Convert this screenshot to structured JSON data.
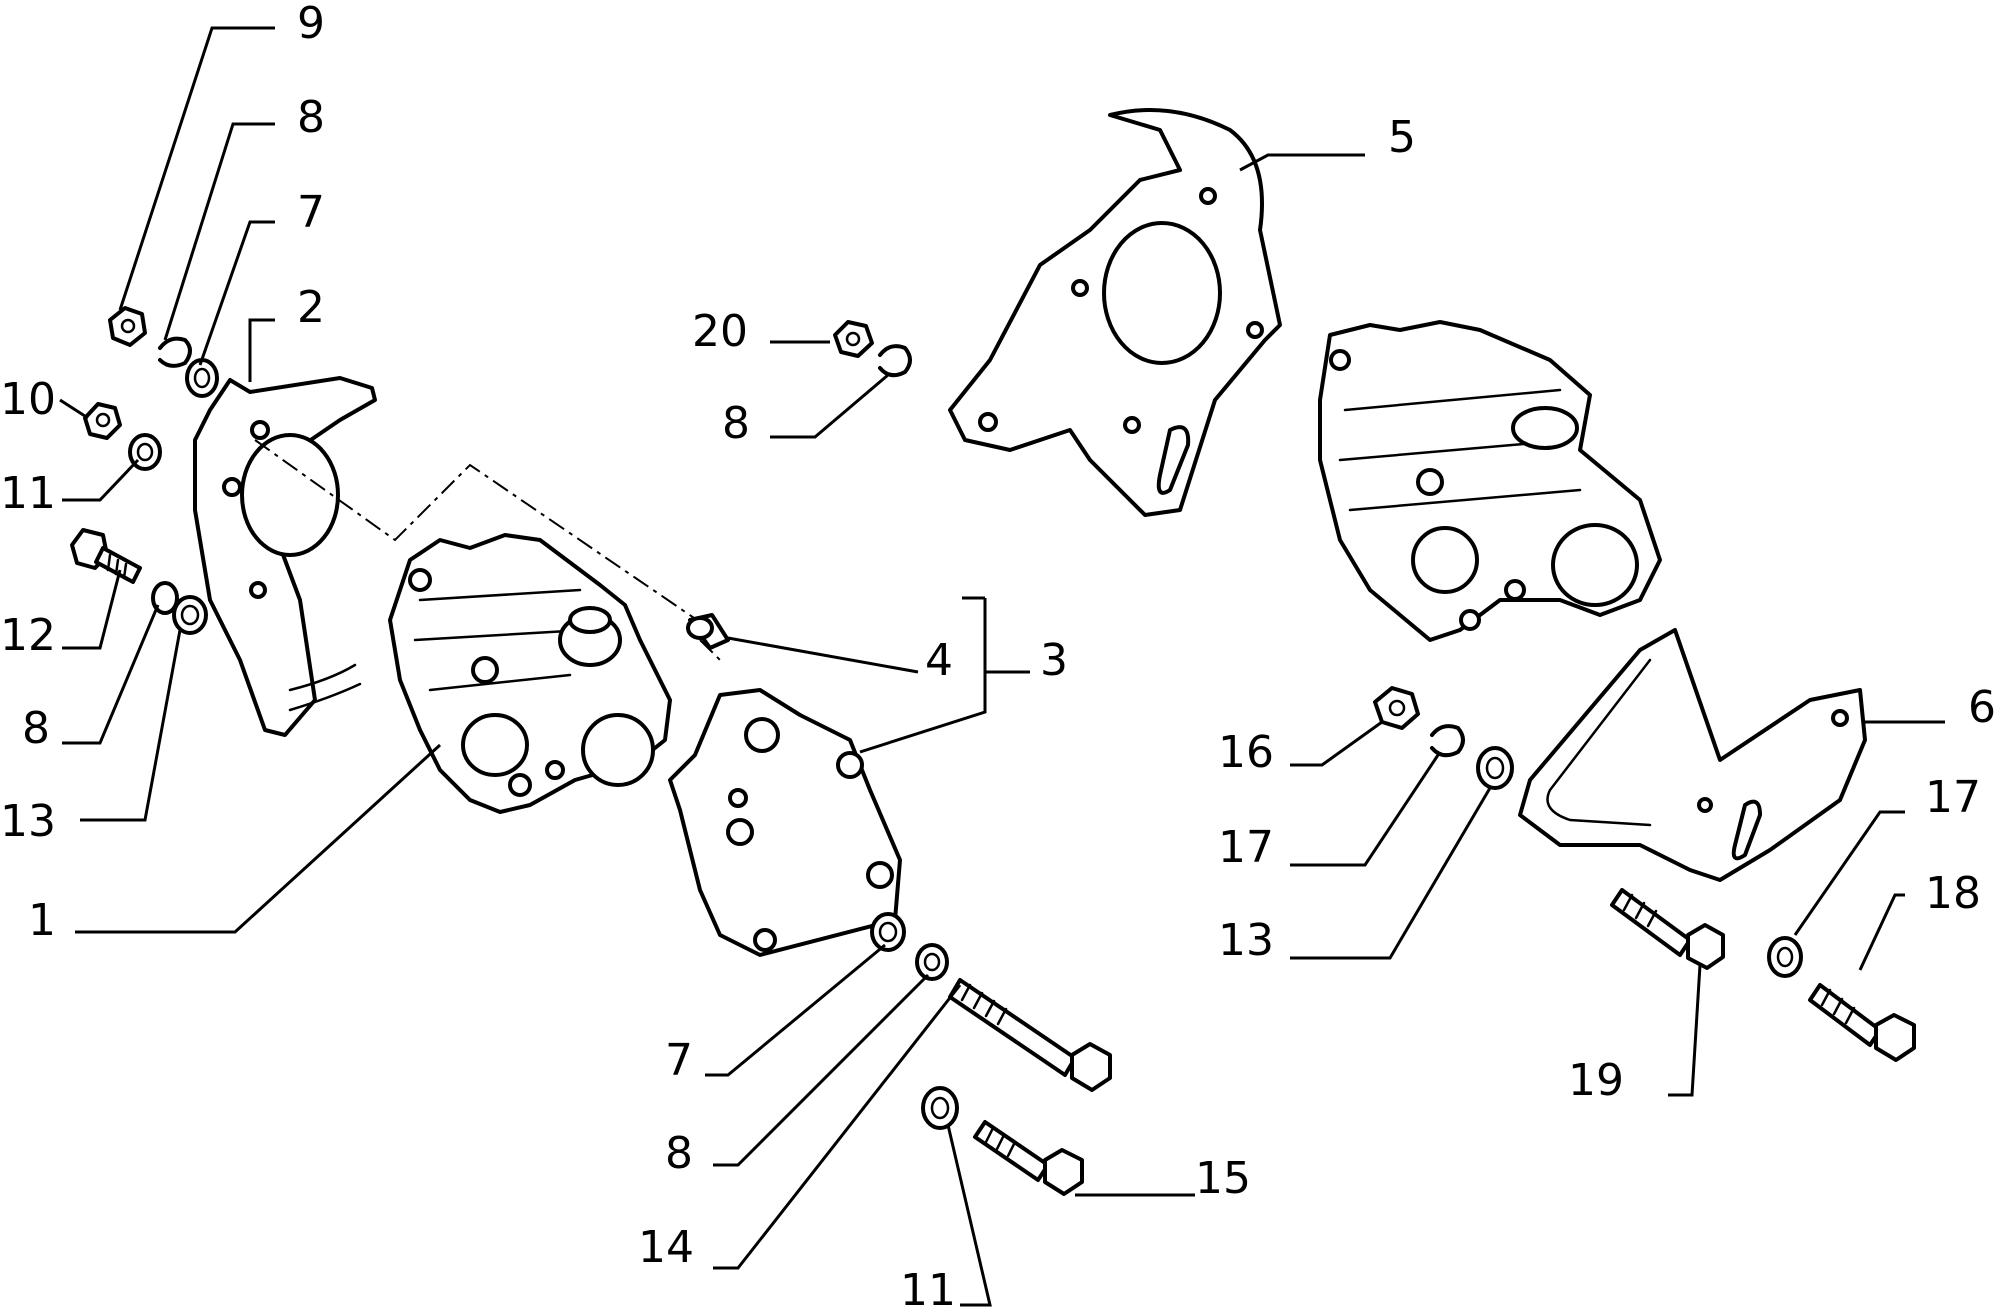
{
  "callouts": [
    {
      "id": "c9",
      "label": "9"
    },
    {
      "id": "c8a",
      "label": "8"
    },
    {
      "id": "c7a",
      "label": "7"
    },
    {
      "id": "c2",
      "label": "2"
    },
    {
      "id": "c10",
      "label": "10"
    },
    {
      "id": "c11a",
      "label": "11"
    },
    {
      "id": "c12",
      "label": "12"
    },
    {
      "id": "c8b",
      "label": "8"
    },
    {
      "id": "c13a",
      "label": "13"
    },
    {
      "id": "c1",
      "label": "1"
    },
    {
      "id": "c20",
      "label": "20"
    },
    {
      "id": "c8c",
      "label": "8"
    },
    {
      "id": "c5",
      "label": "5"
    },
    {
      "id": "c4",
      "label": "4"
    },
    {
      "id": "c3",
      "label": "3"
    },
    {
      "id": "c7b",
      "label": "7"
    },
    {
      "id": "c8d",
      "label": "8"
    },
    {
      "id": "c14",
      "label": "14"
    },
    {
      "id": "c11b",
      "label": "11"
    },
    {
      "id": "c15",
      "label": "15"
    },
    {
      "id": "c16",
      "label": "16"
    },
    {
      "id": "c17a",
      "label": "17"
    },
    {
      "id": "c13b",
      "label": "13"
    },
    {
      "id": "c6",
      "label": "6"
    },
    {
      "id": "c17b",
      "label": "17"
    },
    {
      "id": "c18",
      "label": "18"
    },
    {
      "id": "c19",
      "label": "19"
    }
  ]
}
